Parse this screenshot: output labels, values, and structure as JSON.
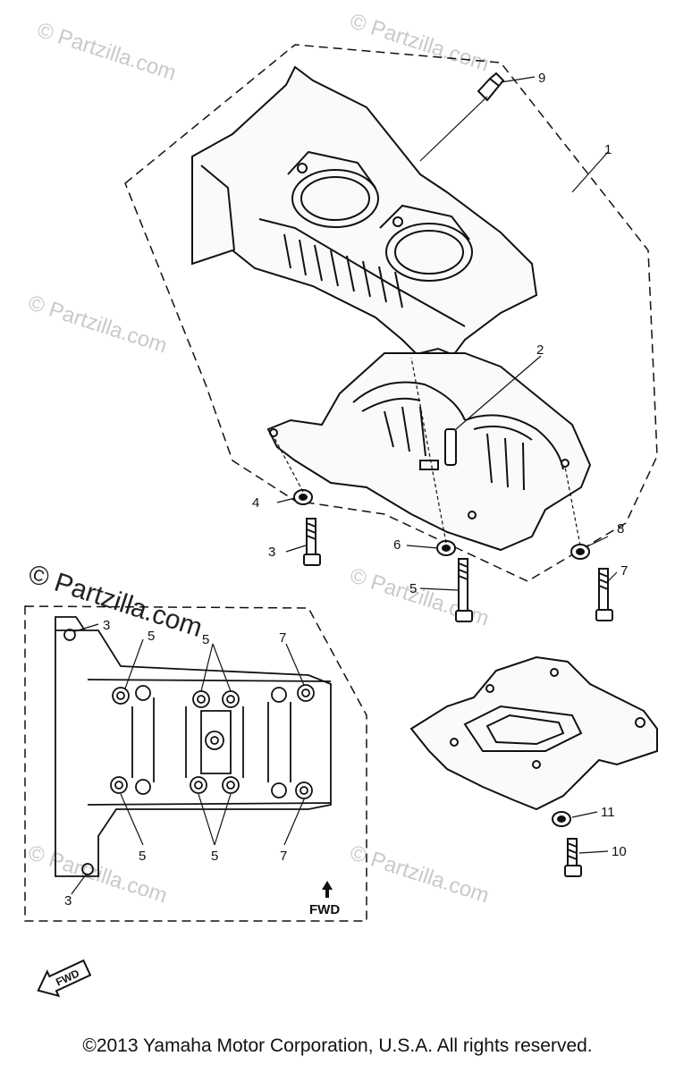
{
  "watermark": {
    "text": "© Partzilla.com"
  },
  "callouts": {
    "n1": "1",
    "n2": "2",
    "n3a": "3",
    "n4": "4",
    "n5a": "5",
    "n6": "6",
    "n7a": "7",
    "n8": "8",
    "n9": "9",
    "n10": "10",
    "n11": "11",
    "inset_3_top": "3",
    "inset_5_top_left": "5",
    "inset_5_top_mid": "5",
    "inset_7_top": "7",
    "inset_5_bot_left": "5",
    "inset_5_bot_mid": "5",
    "inset_7_bot": "7",
    "inset_3_bot": "3"
  },
  "inset": {
    "fwd_label": "FWD"
  },
  "fwd_badge": "FWD",
  "footer": {
    "copyright": "©2013  Yamaha Motor Corporation, U.S.A. All rights reserved."
  }
}
